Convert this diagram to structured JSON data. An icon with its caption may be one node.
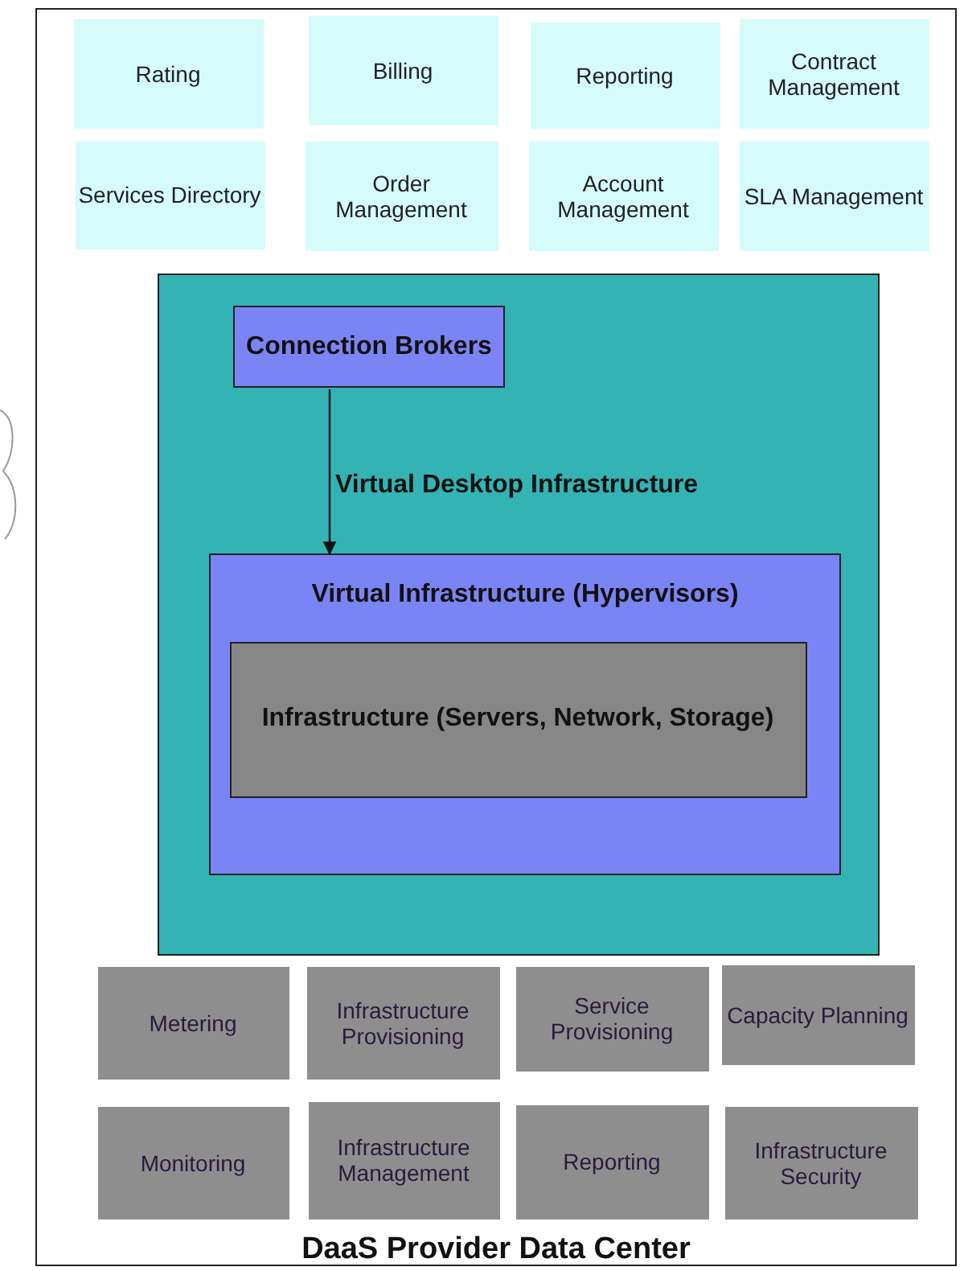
{
  "diagram": {
    "nodes": [
      {
        "text": [
          "DaaS Provider Data Center"
        ]
      },
      {
        "text": [
          "Rating"
        ],
        "in": 0
      },
      {
        "text": [
          "Billing"
        ],
        "in": 0
      },
      {
        "text": [
          "Reporting"
        ],
        "in": 0
      },
      {
        "text": [
          "Contract Management"
        ],
        "in": 0
      },
      {
        "text": [
          "Services Directory"
        ],
        "in": 0
      },
      {
        "text": [
          "Order Management"
        ],
        "in": 0
      },
      {
        "text": [
          "Account Management"
        ],
        "in": 0
      },
      {
        "text": [
          "SLA Management"
        ],
        "in": 0
      },
      {
        "text": [
          "Virtual Desktop Infrastructure"
        ],
        "in": 0
      },
      {
        "text": [
          "Connection Brokers"
        ],
        "in": 9
      },
      {
        "text": [
          "Virtual Infrastructure (Hypervisors)"
        ],
        "in": 9
      },
      {
        "text": [
          "Infrastructure (Servers, Network, Storage)"
        ],
        "in": 11
      },
      {
        "text": [
          "Metering"
        ],
        "in": 0
      },
      {
        "text": [
          "Infrastructure Provisioning"
        ],
        "in": 0
      },
      {
        "text": [
          "Service Provisioning"
        ],
        "in": 0
      },
      {
        "text": [
          "Capacity Planning"
        ],
        "in": 0
      },
      {
        "text": [
          "Monitoring"
        ],
        "in": 0
      },
      {
        "text": [
          "Infrastructure Management"
        ],
        "in": 0
      },
      {
        "text": [
          "Reporting"
        ],
        "in": 0
      },
      {
        "text": [
          "Infrastructure Security"
        ],
        "in": 0
      }
    ],
    "edges": [
      {
        "from": 10,
        "to": 11,
        "arrow": "to"
      }
    ]
  }
}
